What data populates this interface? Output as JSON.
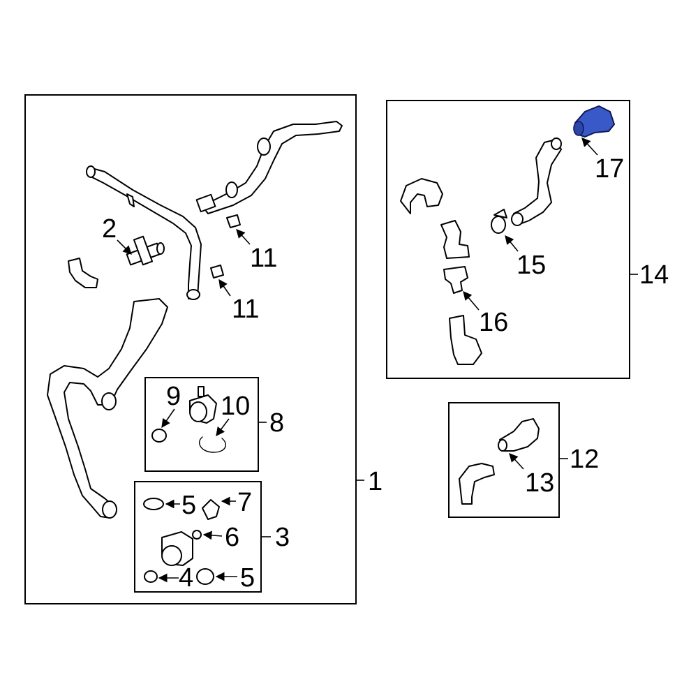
{
  "callouts": {
    "c1": "1",
    "c2": "2",
    "c3": "3",
    "c4": "4",
    "c5a": "5",
    "c5b": "5",
    "c6": "6",
    "c7": "7",
    "c8": "8",
    "c9": "9",
    "c10": "10",
    "c11a": "11",
    "c11b": "11",
    "c12": "12",
    "c13": "13",
    "c14": "14",
    "c15": "15",
    "c16": "16",
    "c17": "17"
  },
  "colors": {
    "highlight": "#3a59c8",
    "line": "#000000",
    "background": "#ffffff"
  }
}
